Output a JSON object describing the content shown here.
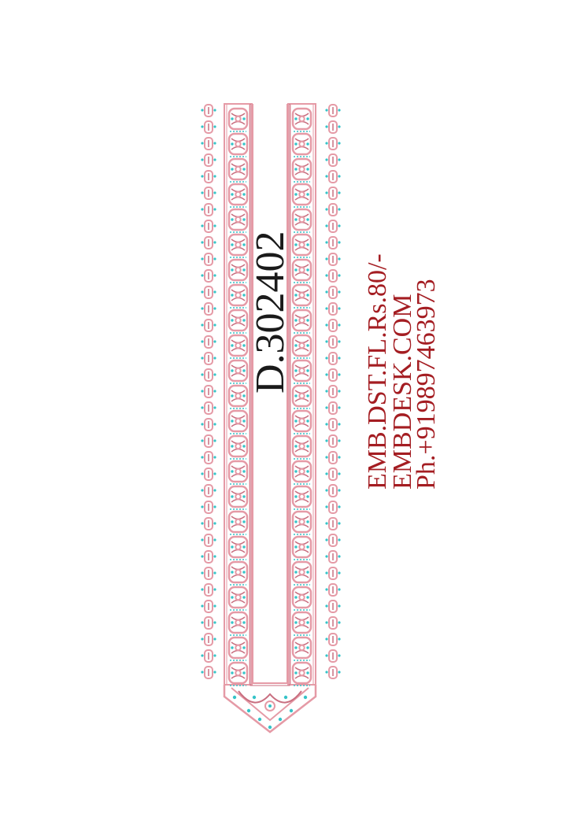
{
  "design": {
    "code": "D.302402",
    "info_lines": [
      "EMB.DST.FL.Rs.80/-",
      "EMBDESK.COM",
      "Ph.+919897463973"
    ]
  },
  "colors": {
    "pink": "#e59aa6",
    "pink_dark": "#c96f80",
    "teal": "#35c3c8",
    "code_text": "#1a1a1a",
    "info_text": "#a41d22",
    "background": "#ffffff"
  }
}
